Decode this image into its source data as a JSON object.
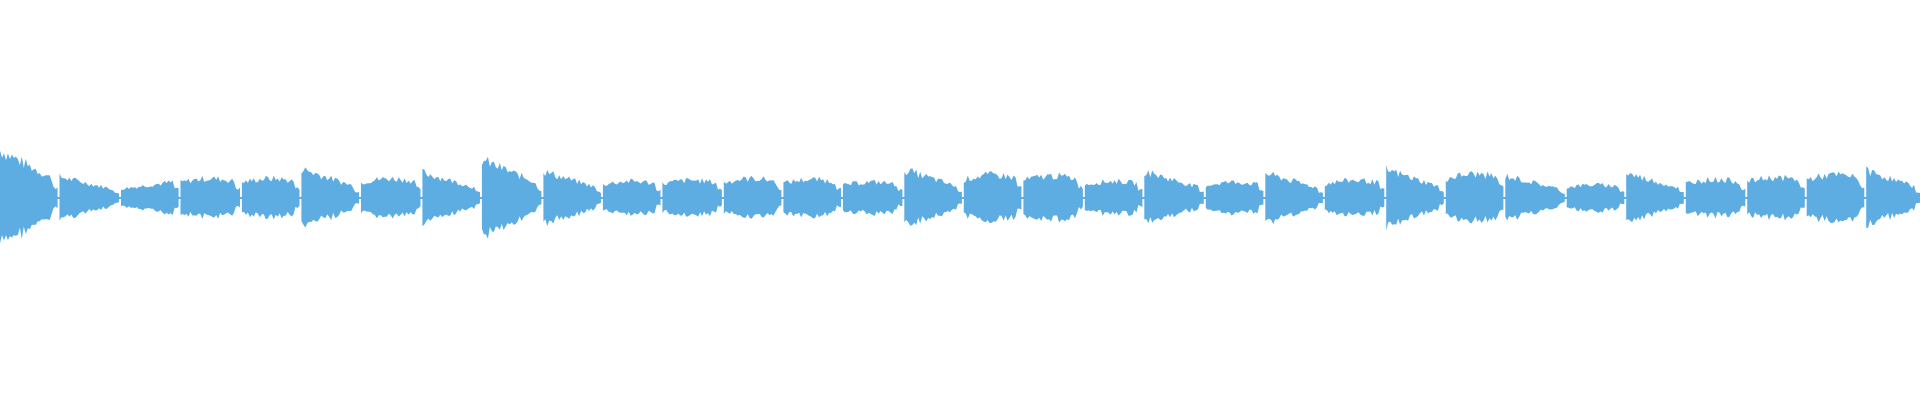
{
  "waveform": {
    "color": "#5dade2",
    "background": "#ffffff",
    "beats": [
      {
        "start": 0.0,
        "end": 0.015,
        "level": 0.0,
        "shape": "attack"
      },
      {
        "start": 0.0,
        "end": 0.03,
        "level": 1.0,
        "shape": "decay"
      },
      {
        "start": 0.031,
        "end": 0.062,
        "level": 0.4,
        "shape": "decay"
      },
      {
        "start": 0.063,
        "end": 0.093,
        "level": 0.3,
        "shape": "rise"
      },
      {
        "start": 0.094,
        "end": 0.125,
        "level": 0.36,
        "shape": "flat"
      },
      {
        "start": 0.126,
        "end": 0.156,
        "level": 0.36,
        "shape": "flat"
      },
      {
        "start": 0.157,
        "end": 0.187,
        "level": 0.58,
        "shape": "decay"
      },
      {
        "start": 0.188,
        "end": 0.219,
        "level": 0.36,
        "shape": "flat"
      },
      {
        "start": 0.22,
        "end": 0.25,
        "level": 0.5,
        "shape": "decay"
      },
      {
        "start": 0.251,
        "end": 0.282,
        "level": 0.78,
        "shape": "decay"
      },
      {
        "start": 0.283,
        "end": 0.313,
        "level": 0.52,
        "shape": "decay"
      },
      {
        "start": 0.314,
        "end": 0.344,
        "level": 0.3,
        "shape": "flat"
      },
      {
        "start": 0.345,
        "end": 0.376,
        "level": 0.32,
        "shape": "flat"
      },
      {
        "start": 0.377,
        "end": 0.407,
        "level": 0.36,
        "shape": "flat"
      },
      {
        "start": 0.408,
        "end": 0.438,
        "level": 0.34,
        "shape": "flat"
      },
      {
        "start": 0.439,
        "end": 0.47,
        "level": 0.28,
        "shape": "flat"
      },
      {
        "start": 0.471,
        "end": 0.501,
        "level": 0.56,
        "shape": "decay"
      },
      {
        "start": 0.502,
        "end": 0.532,
        "level": 0.44,
        "shape": "flat"
      },
      {
        "start": 0.533,
        "end": 0.564,
        "level": 0.42,
        "shape": "flat"
      },
      {
        "start": 0.565,
        "end": 0.595,
        "level": 0.3,
        "shape": "flat"
      },
      {
        "start": 0.596,
        "end": 0.627,
        "level": 0.52,
        "shape": "decay"
      },
      {
        "start": 0.628,
        "end": 0.658,
        "level": 0.28,
        "shape": "flat"
      },
      {
        "start": 0.659,
        "end": 0.689,
        "level": 0.48,
        "shape": "decay"
      },
      {
        "start": 0.69,
        "end": 0.721,
        "level": 0.32,
        "shape": "flat"
      },
      {
        "start": 0.722,
        "end": 0.752,
        "level": 0.56,
        "shape": "decay"
      },
      {
        "start": 0.753,
        "end": 0.783,
        "level": 0.46,
        "shape": "flat"
      },
      {
        "start": 0.784,
        "end": 0.815,
        "level": 0.42,
        "shape": "decay"
      },
      {
        "start": 0.816,
        "end": 0.846,
        "level": 0.22,
        "shape": "flat"
      },
      {
        "start": 0.847,
        "end": 0.877,
        "level": 0.48,
        "shape": "decay"
      },
      {
        "start": 0.878,
        "end": 0.909,
        "level": 0.34,
        "shape": "flat"
      },
      {
        "start": 0.91,
        "end": 0.94,
        "level": 0.38,
        "shape": "flat"
      },
      {
        "start": 0.941,
        "end": 0.971,
        "level": 0.44,
        "shape": "flat"
      },
      {
        "start": 0.972,
        "end": 1.0,
        "level": 0.54,
        "shape": "decay"
      }
    ]
  }
}
